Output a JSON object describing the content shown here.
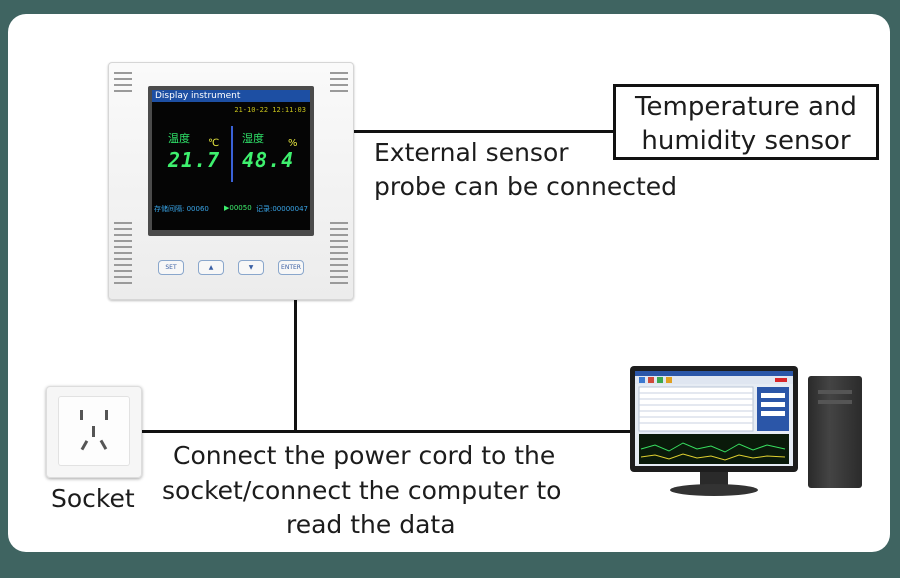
{
  "device": {
    "title": "Display instrument",
    "datetime": "21-10-22 12:11:03",
    "temp_label": "温度",
    "temp_unit": "℃",
    "temp_value": "21.7",
    "hum_label": "湿度",
    "hum_unit": "%",
    "hum_value": "48.4",
    "footer_interval": "存储间隔: 00060",
    "footer_play": "▶00050",
    "footer_records": "记录:00000047",
    "buttons": [
      "SET",
      "▲",
      "▼",
      "ENTER"
    ]
  },
  "sensor": {
    "box_line1": "Temperature and",
    "box_line2": "humidity sensor",
    "caption_line1": "External sensor",
    "caption_line2": "probe can be connected"
  },
  "socket": {
    "label": "Socket"
  },
  "connection": {
    "line1": "Connect the power cord to the",
    "line2": "socket/connect the computer to",
    "line3": "read the data"
  },
  "colors": {
    "background": "#3f6461",
    "card": "#ffffff",
    "lines": "#111111",
    "lcd_green": "#3ef06e",
    "lcd_blue_bar": "#1d4fa3"
  }
}
